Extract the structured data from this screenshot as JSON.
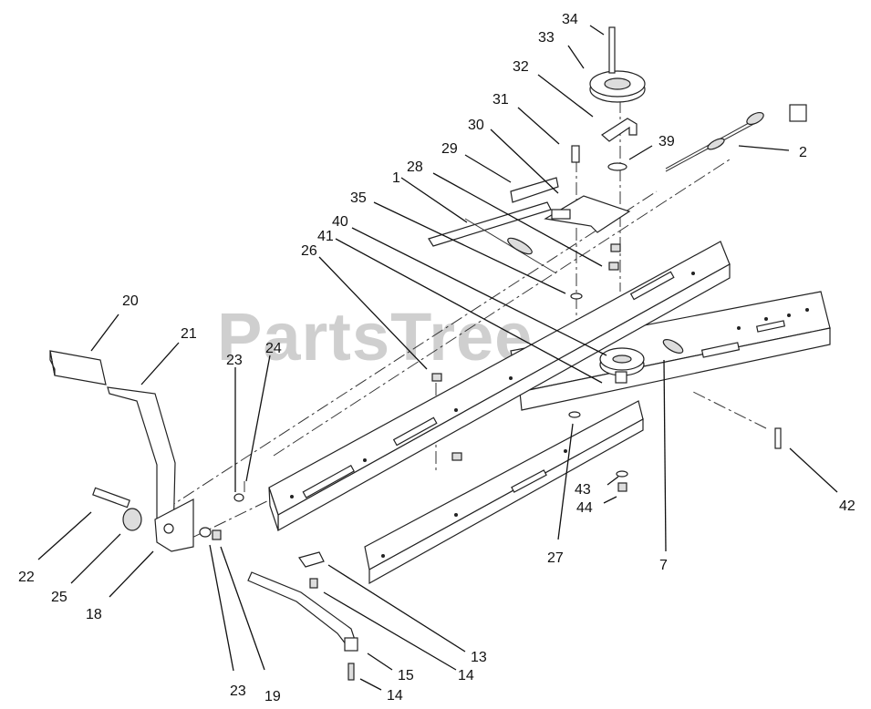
{
  "watermark": "PartsTree",
  "callouts": {
    "c34": "34",
    "c33": "33",
    "c32": "32",
    "c31": "31",
    "c39": "39",
    "c2": "2",
    "c30": "30",
    "c29": "29",
    "c28": "28",
    "c1": "1",
    "c35": "35",
    "c40": "40",
    "c41": "41",
    "c26": "26",
    "c20": "20",
    "c21": "21",
    "c23a": "23",
    "c24": "24",
    "c22": "22",
    "c25": "25",
    "c18": "18",
    "c23b": "23",
    "c19": "19",
    "c13": "13",
    "c14a": "14",
    "c15": "15",
    "c14b": "14",
    "c27": "27",
    "c7": "7",
    "c43": "43",
    "c44": "44",
    "c42": "42"
  }
}
